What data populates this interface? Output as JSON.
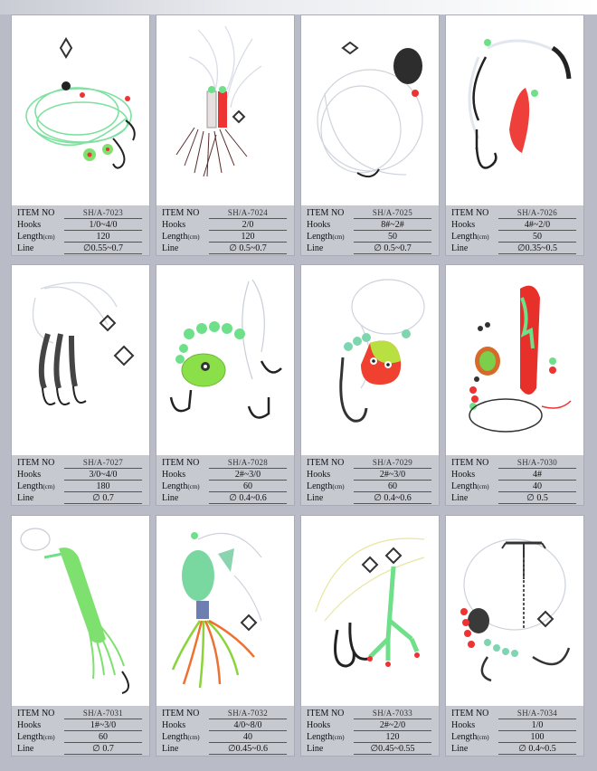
{
  "labels": {
    "item_no": "ITEM NO",
    "hooks": "Hooks",
    "length": "Length",
    "length_unit": "(cm)",
    "line": "Line"
  },
  "items": [
    {
      "item_no": "SH/A-7023",
      "hooks": "1/0~4/0",
      "length": "120",
      "line": "∅0.55~0.7"
    },
    {
      "item_no": "SH/A-7024",
      "hooks": "2/0",
      "length": "120",
      "line": "∅ 0.5~0.7"
    },
    {
      "item_no": "SH/A-7025",
      "hooks": "8#~2#",
      "length": "50",
      "line": "∅ 0.5~0.7"
    },
    {
      "item_no": "SH/A-7026",
      "hooks": "4#~2/0",
      "length": "50",
      "line": "∅0.35~0.5"
    },
    {
      "item_no": "SH/A-7027",
      "hooks": "3/0~4/0",
      "length": "180",
      "line": "∅ 0.7"
    },
    {
      "item_no": "SH/A-7028",
      "hooks": "2#~3/0",
      "length": "60",
      "line": "∅ 0.4~0.6"
    },
    {
      "item_no": "SH/A-7029",
      "hooks": "2#~3/0",
      "length": "60",
      "line": "∅ 0.4~0.6"
    },
    {
      "item_no": "SH/A-7030",
      "hooks": "4#",
      "length": "40",
      "line": "∅ 0.5"
    },
    {
      "item_no": "SH/A-7031",
      "hooks": "1#~3/0",
      "length": "60",
      "line": "∅ 0.7"
    },
    {
      "item_no": "SH/A-7032",
      "hooks": "4/0~8/0",
      "length": "40",
      "line": "∅0.45~0.6"
    },
    {
      "item_no": "SH/A-7033",
      "hooks": "2#~2/0",
      "length": "120",
      "line": "∅0.45~0.55"
    },
    {
      "item_no": "SH/A-7034",
      "hooks": "1/0",
      "length": "100",
      "line": "∅ 0.4~0.5"
    }
  ],
  "colors": {
    "background": "#b9bcc6",
    "spec_panel": "#c7c9d1",
    "card": "#ffffff"
  }
}
